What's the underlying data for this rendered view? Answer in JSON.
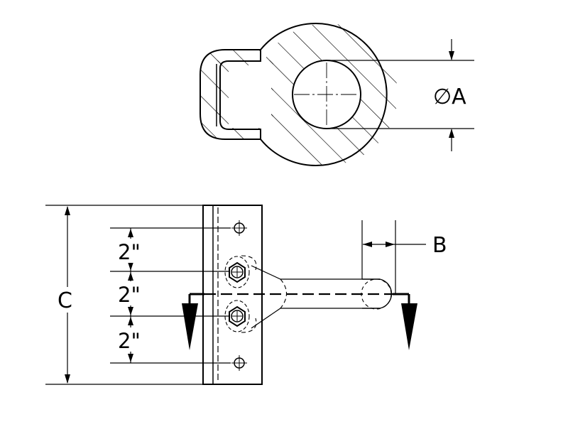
{
  "labels": {
    "diameter_symbol": "∅",
    "a": "A",
    "b": "B",
    "c": "C",
    "spacing_1": "2\"",
    "spacing_2": "2\"",
    "spacing_3": "2\""
  },
  "colors": {
    "ink": "#000000",
    "paper": "#ffffff"
  }
}
